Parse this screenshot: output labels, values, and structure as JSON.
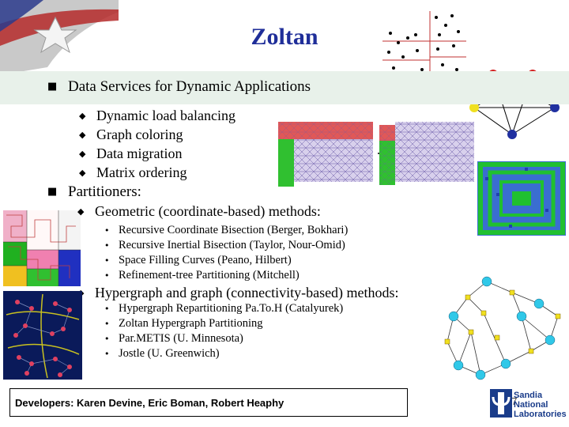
{
  "title": "Zoltan",
  "sections": {
    "data_services": {
      "label": "Data Services for Dynamic Applications",
      "items": [
        "Dynamic load balancing",
        "Graph coloring",
        "Data migration",
        "Matrix ordering"
      ]
    },
    "partitioners": {
      "label": "Partitioners:",
      "geometric": {
        "label": "Geometric (coordinate-based) methods:",
        "items": [
          "Recursive Coordinate Bisection (Berger, Bokhari)",
          "Recursive Inertial Bisection (Taylor, Nour-Omid)",
          "Space Filling Curves (Peano, Hilbert)",
          "Refinement-tree Partitioning (Mitchell)"
        ]
      },
      "hypergraph": {
        "label": "Hypergraph and graph (connectivity-based) methods:",
        "items": [
          "Hypergraph Repartitioning Pa.To.H (Catalyurek)",
          "Zoltan Hypergraph Partitioning",
          "Par.METIS  (U. Minnesota)",
          "Jostle (U. Greenwich)"
        ]
      }
    }
  },
  "footer": {
    "developers": "Developers: Karen Devine, Eric Boman, Robert Heaphy",
    "page_number": "17",
    "logo_lines": [
      "Sandia",
      "National",
      "Laboratories"
    ]
  },
  "icons": {
    "l1_bullet": "square-bullet-icon",
    "l2_bullet": "diamond-bullet-icon",
    "l3_bullet": "dot-bullet-icon"
  },
  "colors": {
    "title": "#1f2e99",
    "band": "#e8f1ea",
    "node_red": "#d42020",
    "node_yellow": "#f0e020",
    "node_blue": "#2030a0",
    "node_cyan": "#30c8e8",
    "logo_blue": "#1a3c8a"
  }
}
